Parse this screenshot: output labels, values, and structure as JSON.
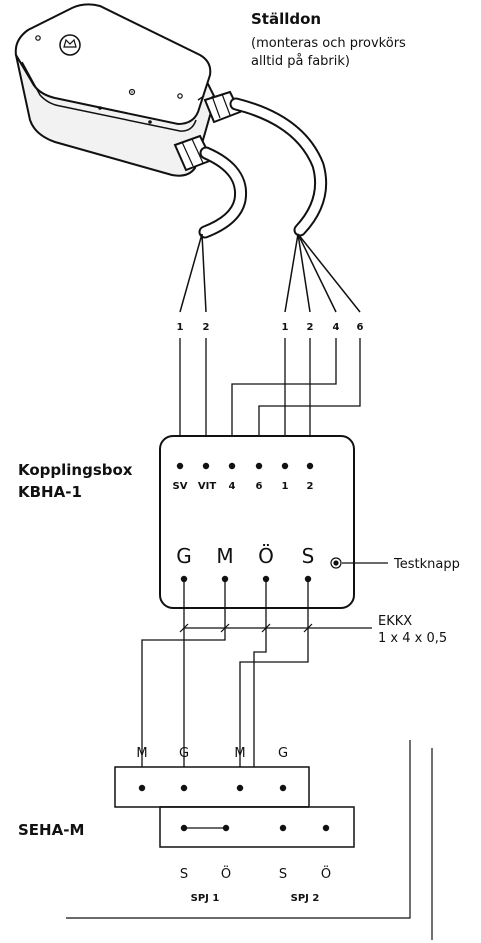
{
  "actuator": {
    "title": "Ställdon",
    "note_line1": "(monteras och provkörs",
    "note_line2": "alltid på fabrik)"
  },
  "cable_left": {
    "wires": [
      "1",
      "2"
    ]
  },
  "cable_right": {
    "wires": [
      "1",
      "2",
      "4",
      "6"
    ]
  },
  "box": {
    "title_line1": "Kopplingsbox",
    "title_line2": "KBHA-1",
    "top_terminals": [
      "SV",
      "VIT",
      "4",
      "6",
      "1",
      "2"
    ],
    "bottom_terminals": [
      "G",
      "M",
      "Ö",
      "S"
    ],
    "test_button_label": "Testknapp"
  },
  "cable_ekkx": {
    "line1": "EKKX",
    "line2": "1 x 4 x 0,5"
  },
  "seha": {
    "title": "SEHA-M",
    "upper_labels": [
      "M",
      "G",
      "M",
      "G"
    ],
    "bottom_labels": [
      "S",
      "Ö",
      "S",
      "Ö"
    ],
    "group_labels": [
      "SPJ 1",
      "SPJ 2"
    ]
  }
}
